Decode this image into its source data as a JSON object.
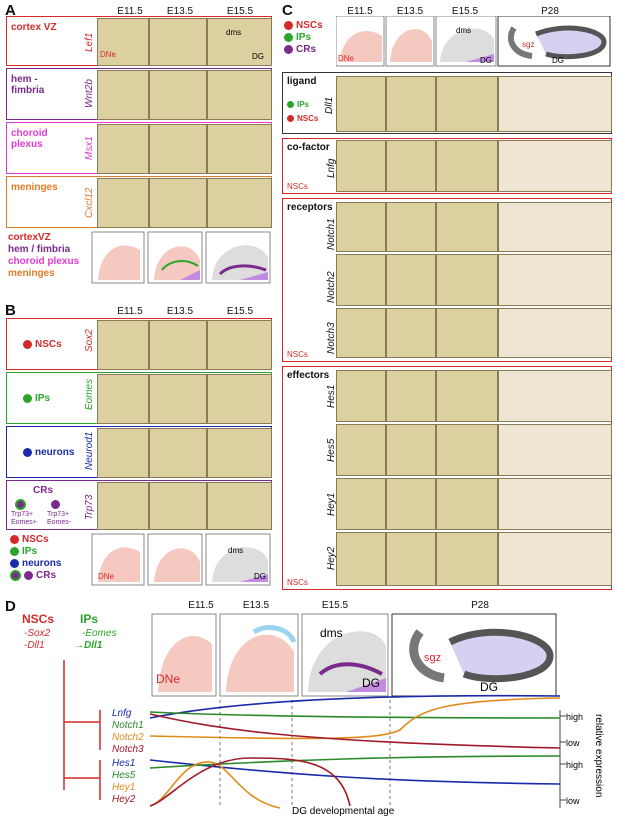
{
  "panelA": {
    "letter": "A",
    "stages": [
      "E11.5",
      "E13.5",
      "E15.5"
    ],
    "rows": [
      {
        "label": "cortex VZ",
        "gene": "Lef1",
        "color": "#d42a2a"
      },
      {
        "label": "hem - fimbria",
        "gene": "Wnt2b",
        "color": "#7a2a8a"
      },
      {
        "label": "choroid plexus",
        "gene": "Msx1",
        "color": "#e03ad8"
      },
      {
        "label": "meninges",
        "gene": "Cxcl12",
        "color": "#e07b2a"
      }
    ],
    "annot": {
      "dne": "DNe",
      "dms": "dms",
      "dg": "DG"
    },
    "legend": [
      "cortexVZ",
      "hem / fimbria",
      "choroid plexus",
      "meninges"
    ]
  },
  "panelB": {
    "letter": "B",
    "stages": [
      "E11.5",
      "E13.5",
      "E15.5"
    ],
    "rows": [
      {
        "label": "NSCs",
        "gene": "Sox2",
        "color": "#d42a2a"
      },
      {
        "label": "IPs",
        "gene": "Eomes",
        "color": "#2aa52a"
      },
      {
        "label": "neurons",
        "gene": "Neurod1",
        "color": "#1a2aaa"
      },
      {
        "label": "CRs",
        "gene": "Trp73",
        "color": "#7a2a8a"
      }
    ],
    "crs_sub": [
      "Trp73+ Eomes+",
      "Trp73+ Eomes-"
    ],
    "legend": [
      "NSCs",
      "IPs",
      "neurons",
      "CRs"
    ]
  },
  "panelC": {
    "letter": "C",
    "stages": [
      "E11.5",
      "E13.5",
      "E15.5",
      "P28"
    ],
    "legend": [
      "NSCs",
      "IPs",
      "CRs"
    ],
    "sgz": "sgz",
    "groups": [
      {
        "title": "ligand",
        "rows": [
          "Dll1"
        ],
        "side": [
          "IPs",
          "NSCs"
        ]
      },
      {
        "title": "co-factor",
        "rows": [
          "Lnfg"
        ],
        "foot": "NSCs"
      },
      {
        "title": "receptors",
        "rows": [
          "Notch1",
          "Notch2",
          "Notch3"
        ],
        "foot": "NSCs"
      },
      {
        "title": "effectors",
        "rows": [
          "Hes1",
          "Hes5",
          "Hey1",
          "Hey2"
        ],
        "foot": "NSCs"
      }
    ]
  },
  "panelD": {
    "letter": "D",
    "stages": [
      "E11.5",
      "E13.5",
      "E15.5",
      "P28"
    ],
    "nsc_title": "NSCs",
    "nsc_genes": [
      "-Sox2",
      "-Dll1"
    ],
    "ip_title": "IPs",
    "ip_genes": [
      "-Eomes",
      "Dll1"
    ],
    "group1": [
      "Lnfg",
      "Notch1",
      "Notch2",
      "Notch3"
    ],
    "group2": [
      "Hes1",
      "Hes5",
      "Hey1",
      "Hey2"
    ],
    "ticks": [
      "high",
      "low"
    ],
    "ylabel": "relative expression",
    "xlabel": "DG developmental age",
    "colors": {
      "Lnfg": "#1a2aaa",
      "Notch1": "#2a8a2a",
      "Notch2": "#e08a1a",
      "Notch3": "#a01a2a",
      "Hes1": "#1a2aaa",
      "Hes5": "#2a8a2a",
      "Hey1": "#e08a1a",
      "Hey2": "#a01a2a"
    }
  }
}
